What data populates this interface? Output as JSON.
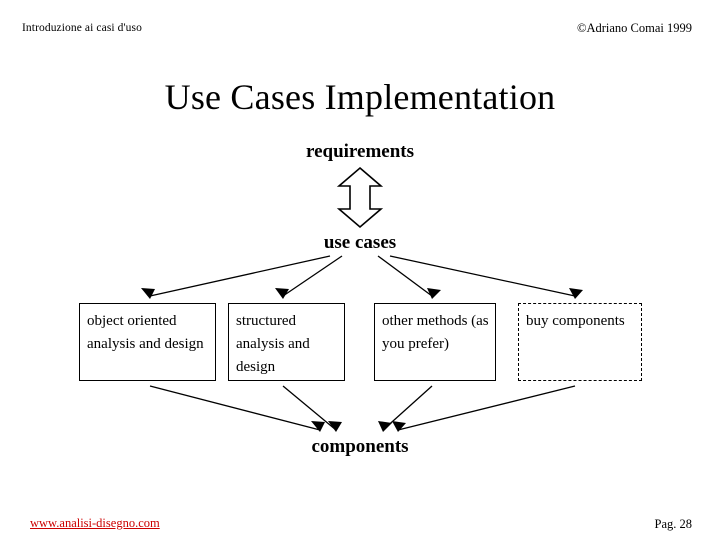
{
  "header": {
    "left_text": "Introduzione ai casi d'uso",
    "right_text": "©Adriano Comai 1999"
  },
  "title": "Use Cases Implementation",
  "diagram": {
    "top_label": "requirements",
    "middle_label": "use cases",
    "bottom_label": "components",
    "boxes": [
      {
        "text": "object oriented analysis and design",
        "style": "solid"
      },
      {
        "text": "structured analysis and design",
        "style": "solid"
      },
      {
        "text": "other methods (as you prefer)",
        "style": "solid"
      },
      {
        "text": "buy components",
        "style": "dashed"
      }
    ]
  },
  "footer": {
    "link_text": "www.analisi-disegno.com",
    "page_text": "Pag. 28"
  },
  "colors": {
    "text": "#000000",
    "link": "#cc0000",
    "background": "#ffffff"
  }
}
